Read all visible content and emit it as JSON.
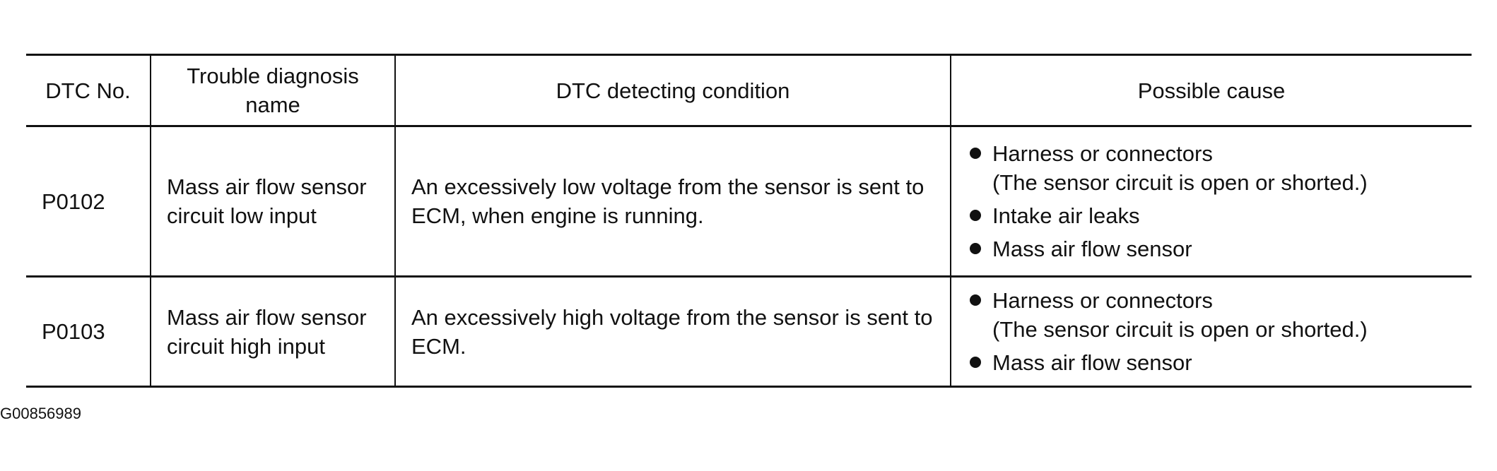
{
  "headers": {
    "dtc_no": "DTC No.",
    "trouble_name": "Trouble diagnosis name",
    "detecting_condition": "DTC detecting condition",
    "possible_cause": "Possible cause"
  },
  "rows": [
    {
      "dtc": "P0102",
      "name": "Mass air flow sensor circuit low input",
      "condition": "An excessively low voltage from the sensor is sent to ECM, when engine is running.",
      "causes": [
        {
          "line1": "Harness or connectors",
          "line2": "(The sensor circuit is open or shorted.)"
        },
        {
          "line1": "Intake air leaks",
          "line2": ""
        },
        {
          "line1": "Mass air flow sensor",
          "line2": ""
        }
      ]
    },
    {
      "dtc": "P0103",
      "name": "Mass air flow sensor circuit high input",
      "condition": "An excessively high voltage from the sensor is sent to ECM.",
      "causes": [
        {
          "line1": "Harness or connectors",
          "line2": "(The sensor circuit is open or shorted.)"
        },
        {
          "line1": "Mass air flow sensor",
          "line2": ""
        }
      ]
    }
  ],
  "figure_id": "G00856989"
}
